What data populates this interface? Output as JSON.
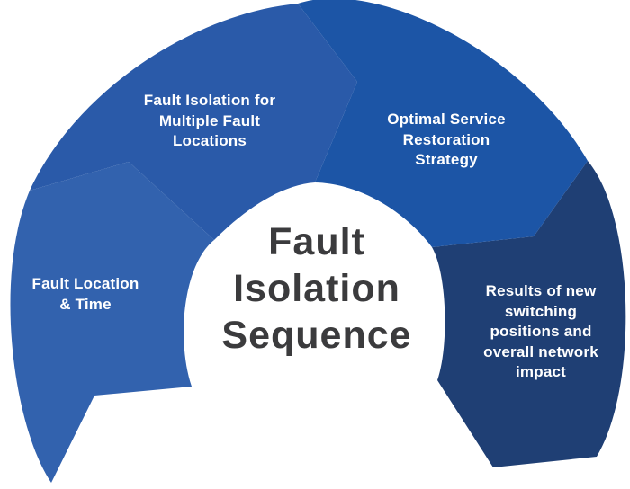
{
  "background_color": "#ffffff",
  "center": {
    "title": "Fault\nIsolation\nSequence",
    "color": "#3b3b3d"
  },
  "segments": [
    {
      "name": "fault-location-time",
      "label": "Fault Location\n& Time",
      "color": "#3262ae"
    },
    {
      "name": "fault-isolation-multiple-locations",
      "label": "Fault Isolation for\nMultiple Fault\nLocations",
      "color": "#2a5aa9"
    },
    {
      "name": "optimal-service-restoration",
      "label": "Optimal Service\nRestoration\nStrategy",
      "color": "#1c55a6"
    },
    {
      "name": "results-new-switching-positions",
      "label": "Results of new\nswitching\npositions and\noverall network\nimpact",
      "color": "#1f3f74"
    }
  ]
}
